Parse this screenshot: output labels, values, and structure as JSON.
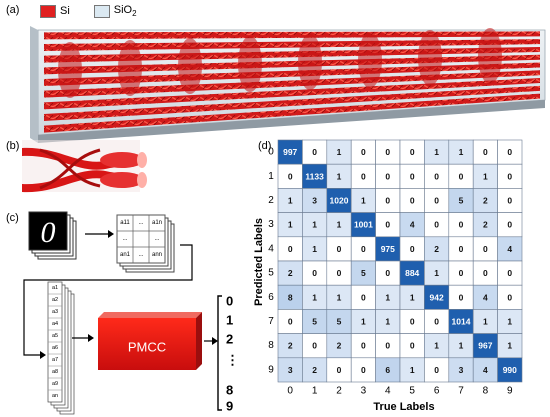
{
  "panels": {
    "a": "(a)",
    "b": "(b)",
    "c": "(c)",
    "d": "(d)"
  },
  "legend": [
    {
      "label": "Si",
      "color": "#e02020"
    },
    {
      "label": "SiO",
      "sub": "2",
      "color": "#dbe9f2"
    }
  ],
  "pipeline": {
    "digit": "0",
    "matrix_cells": [
      "a11",
      "...",
      "a1n",
      "...",
      "",
      "...",
      "an1",
      "...",
      "ann"
    ],
    "vector_cells": [
      "a1",
      "a2",
      "a3",
      "a4",
      "a5",
      "a6",
      "a7",
      "a8",
      "a9",
      "an"
    ],
    "box_label": "PMCC",
    "outputs": [
      "0",
      "1",
      "2",
      "⋮",
      "8",
      "9"
    ]
  },
  "chart_data": {
    "type": "heatmap",
    "xlabel": "True Labels",
    "ylabel": "Predicted Labels",
    "x_ticks": [
      "0",
      "1",
      "2",
      "3",
      "4",
      "5",
      "6",
      "7",
      "8",
      "9"
    ],
    "y_ticks": [
      "0",
      "1",
      "2",
      "3",
      "4",
      "5",
      "6",
      "7",
      "8",
      "9"
    ],
    "matrix": [
      [
        997,
        0,
        1,
        0,
        0,
        0,
        1,
        1,
        0,
        0
      ],
      [
        0,
        1133,
        1,
        0,
        0,
        0,
        0,
        0,
        1,
        0
      ],
      [
        1,
        3,
        1020,
        1,
        0,
        0,
        0,
        5,
        2,
        0
      ],
      [
        1,
        1,
        1,
        1001,
        0,
        4,
        0,
        0,
        2,
        0
      ],
      [
        0,
        1,
        0,
        0,
        975,
        0,
        2,
        0,
        0,
        4
      ],
      [
        2,
        0,
        0,
        5,
        0,
        884,
        1,
        0,
        0,
        0
      ],
      [
        8,
        1,
        1,
        0,
        1,
        1,
        942,
        0,
        4,
        0
      ],
      [
        0,
        5,
        5,
        1,
        1,
        0,
        0,
        1014,
        1,
        1
      ],
      [
        2,
        0,
        2,
        0,
        0,
        0,
        1,
        1,
        967,
        1
      ],
      [
        3,
        2,
        0,
        0,
        6,
        1,
        0,
        3,
        4,
        990
      ]
    ]
  }
}
